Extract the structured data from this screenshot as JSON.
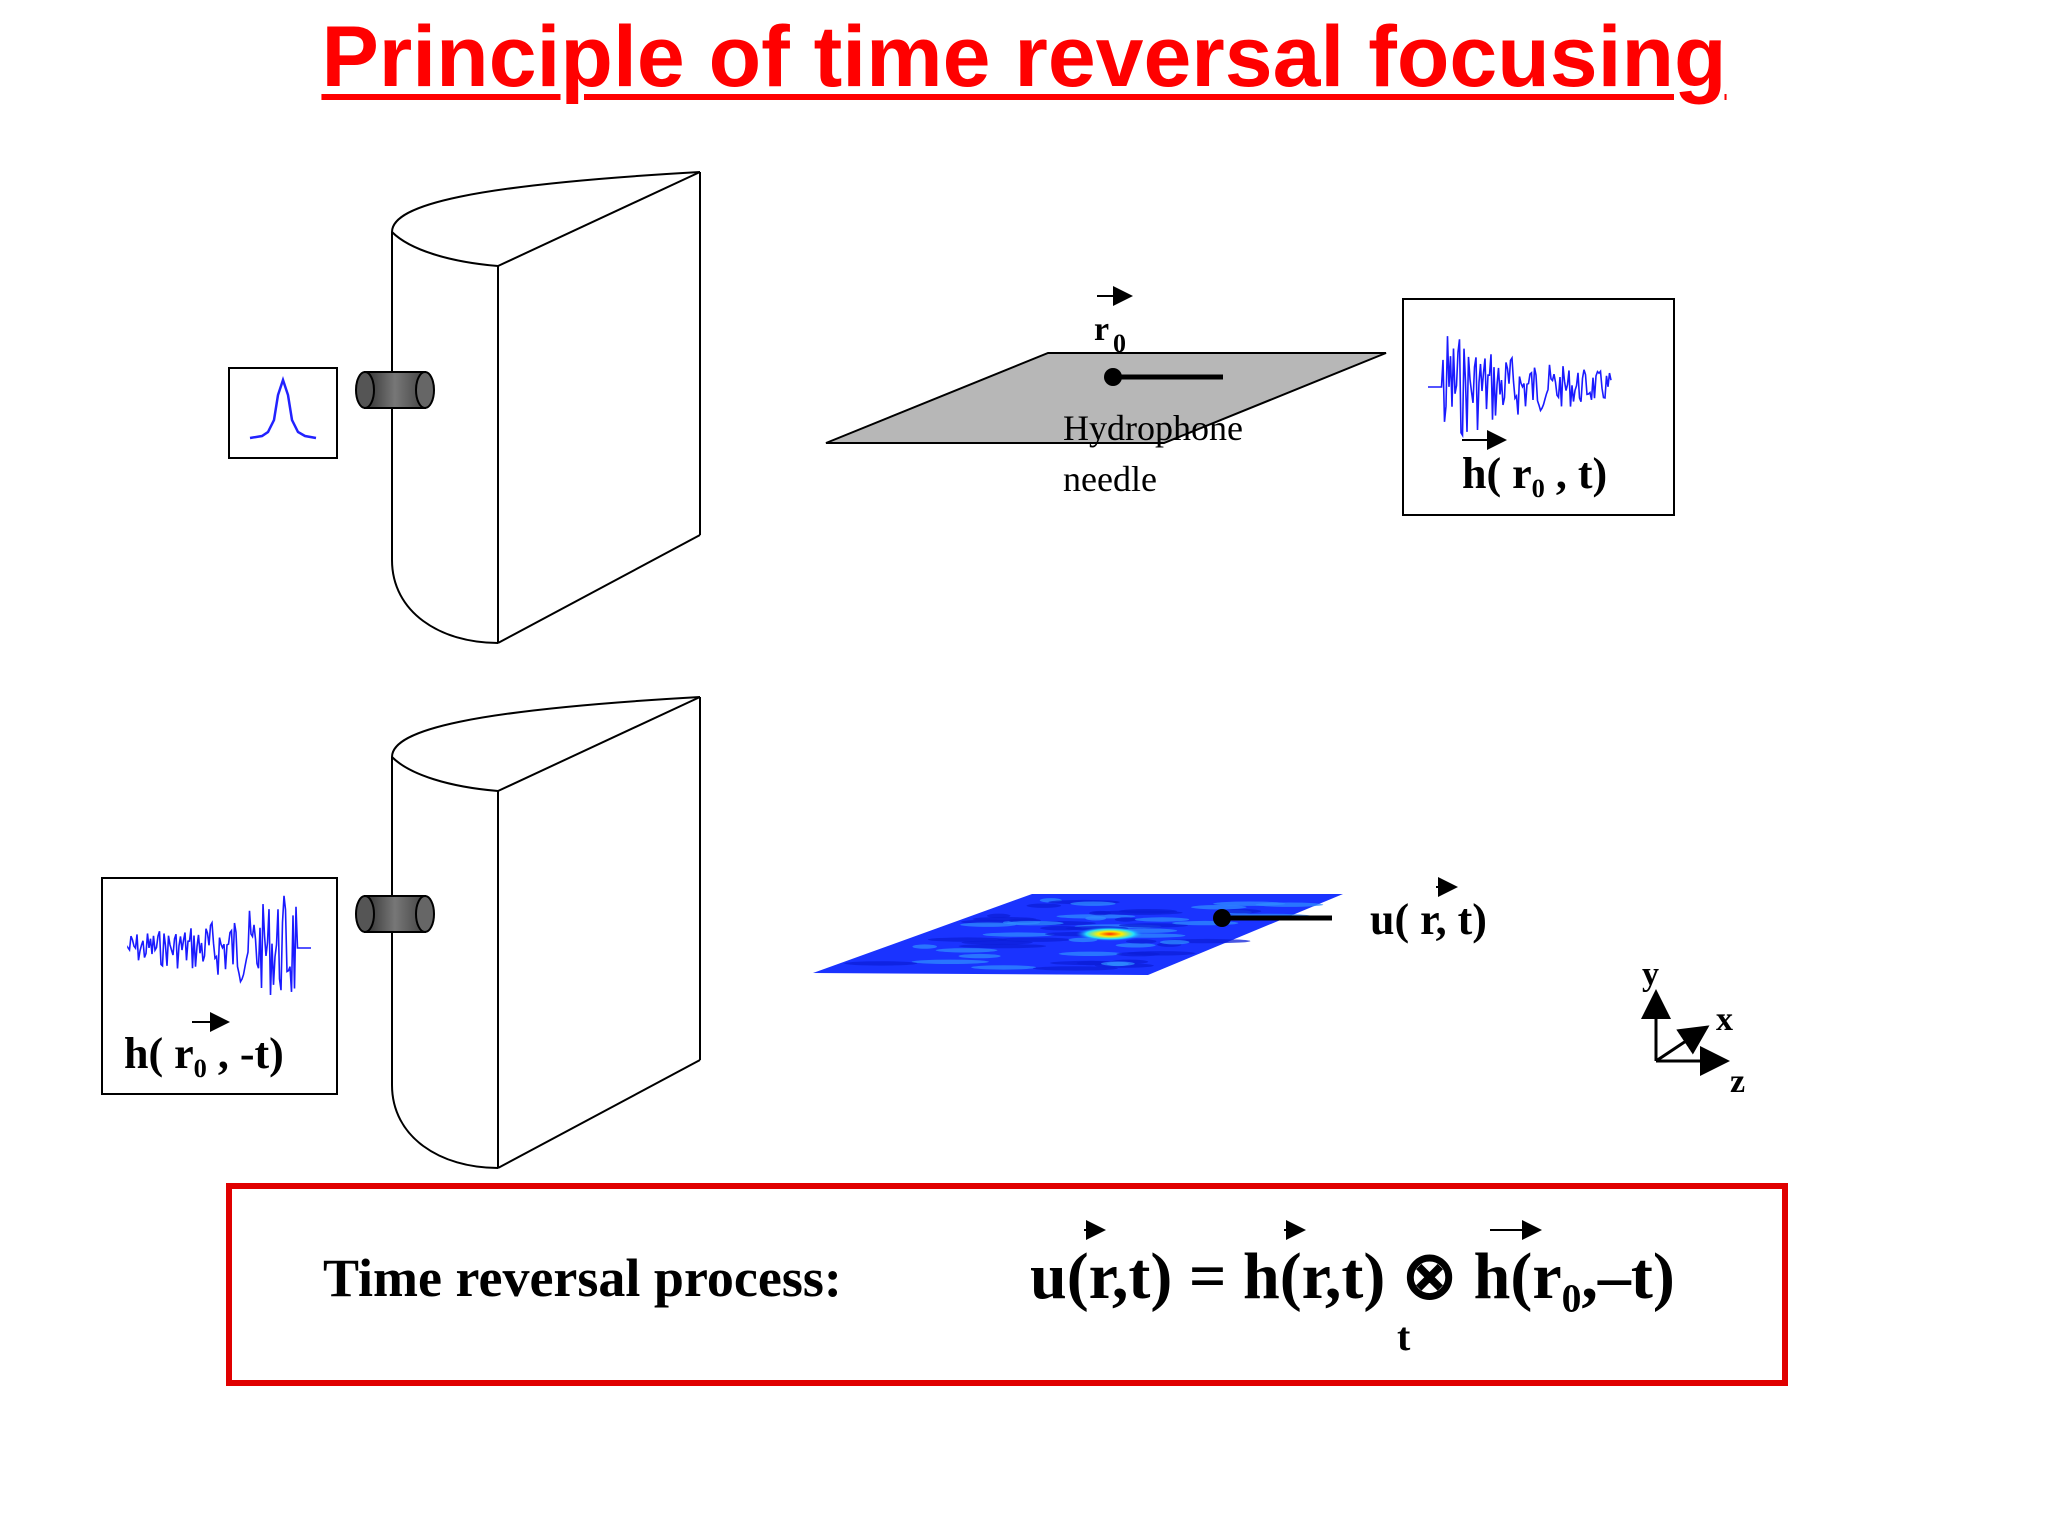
{
  "title": "Principle of time reversal focusing",
  "colors": {
    "title": "#ff0000",
    "frame": "#e00000",
    "signal": "#1a1aff",
    "plane_gray": "#b4b4b4",
    "field_blue": "#1a33ff"
  },
  "top": {
    "r0_symbol": "r",
    "r0_subscript": "0",
    "hydrophone_line1": "Hydrophone",
    "hydrophone_line2": "needle",
    "signal_label": "h( r₀ , t)"
  },
  "bottom": {
    "signal_label": "h( r₀ , -t)",
    "field_label": "u( r, t)"
  },
  "axes": {
    "y": "y",
    "x": "x",
    "z": "z"
  },
  "process": {
    "label": "Time reversal process:",
    "equation": "u(r,t) = h(r,t) ⊗ h(r₀,–t)",
    "eq_under": "t"
  }
}
